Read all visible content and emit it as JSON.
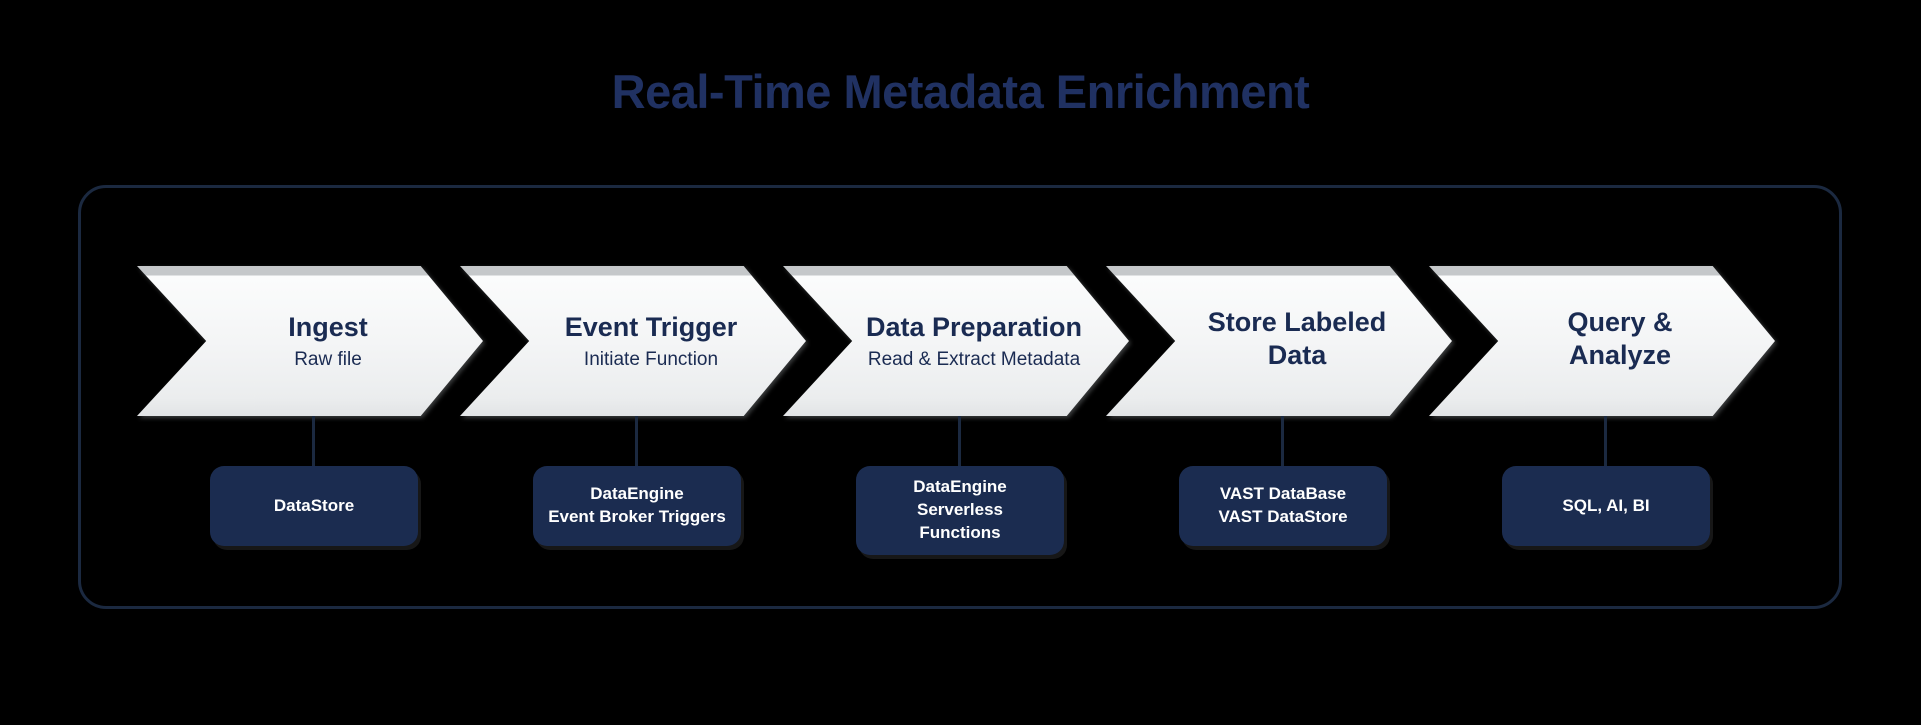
{
  "title": {
    "text": "Real-Time Metadata Enrichment"
  },
  "colors": {
    "background": "#000000",
    "title_text": "#203162",
    "frame_border": "#1b2940",
    "chevron_fill_top": "#c5c8ca",
    "chevron_fill_body": "#f4f5f6",
    "chevron_text": "#1a2b52",
    "connector": "#1b2940",
    "box_fill": "#1b2c50",
    "box_text": "#ffffff"
  },
  "diagram": {
    "steps": [
      {
        "title": "Ingest",
        "subtitle": "Raw file",
        "box": "DataStore"
      },
      {
        "title": "Event Trigger",
        "subtitle": "Initiate Function",
        "box": "DataEngine\nEvent Broker Triggers"
      },
      {
        "title": "Data Preparation",
        "subtitle": "Read & Extract Metadata",
        "box": "DataEngine\nServerless\nFunctions"
      },
      {
        "title": "Store Labeled\nData",
        "subtitle": "",
        "box": "VAST DataBase\nVAST DataStore"
      },
      {
        "title": "Query &\nAnalyze",
        "subtitle": "",
        "box": "SQL, AI, BI"
      }
    ]
  }
}
